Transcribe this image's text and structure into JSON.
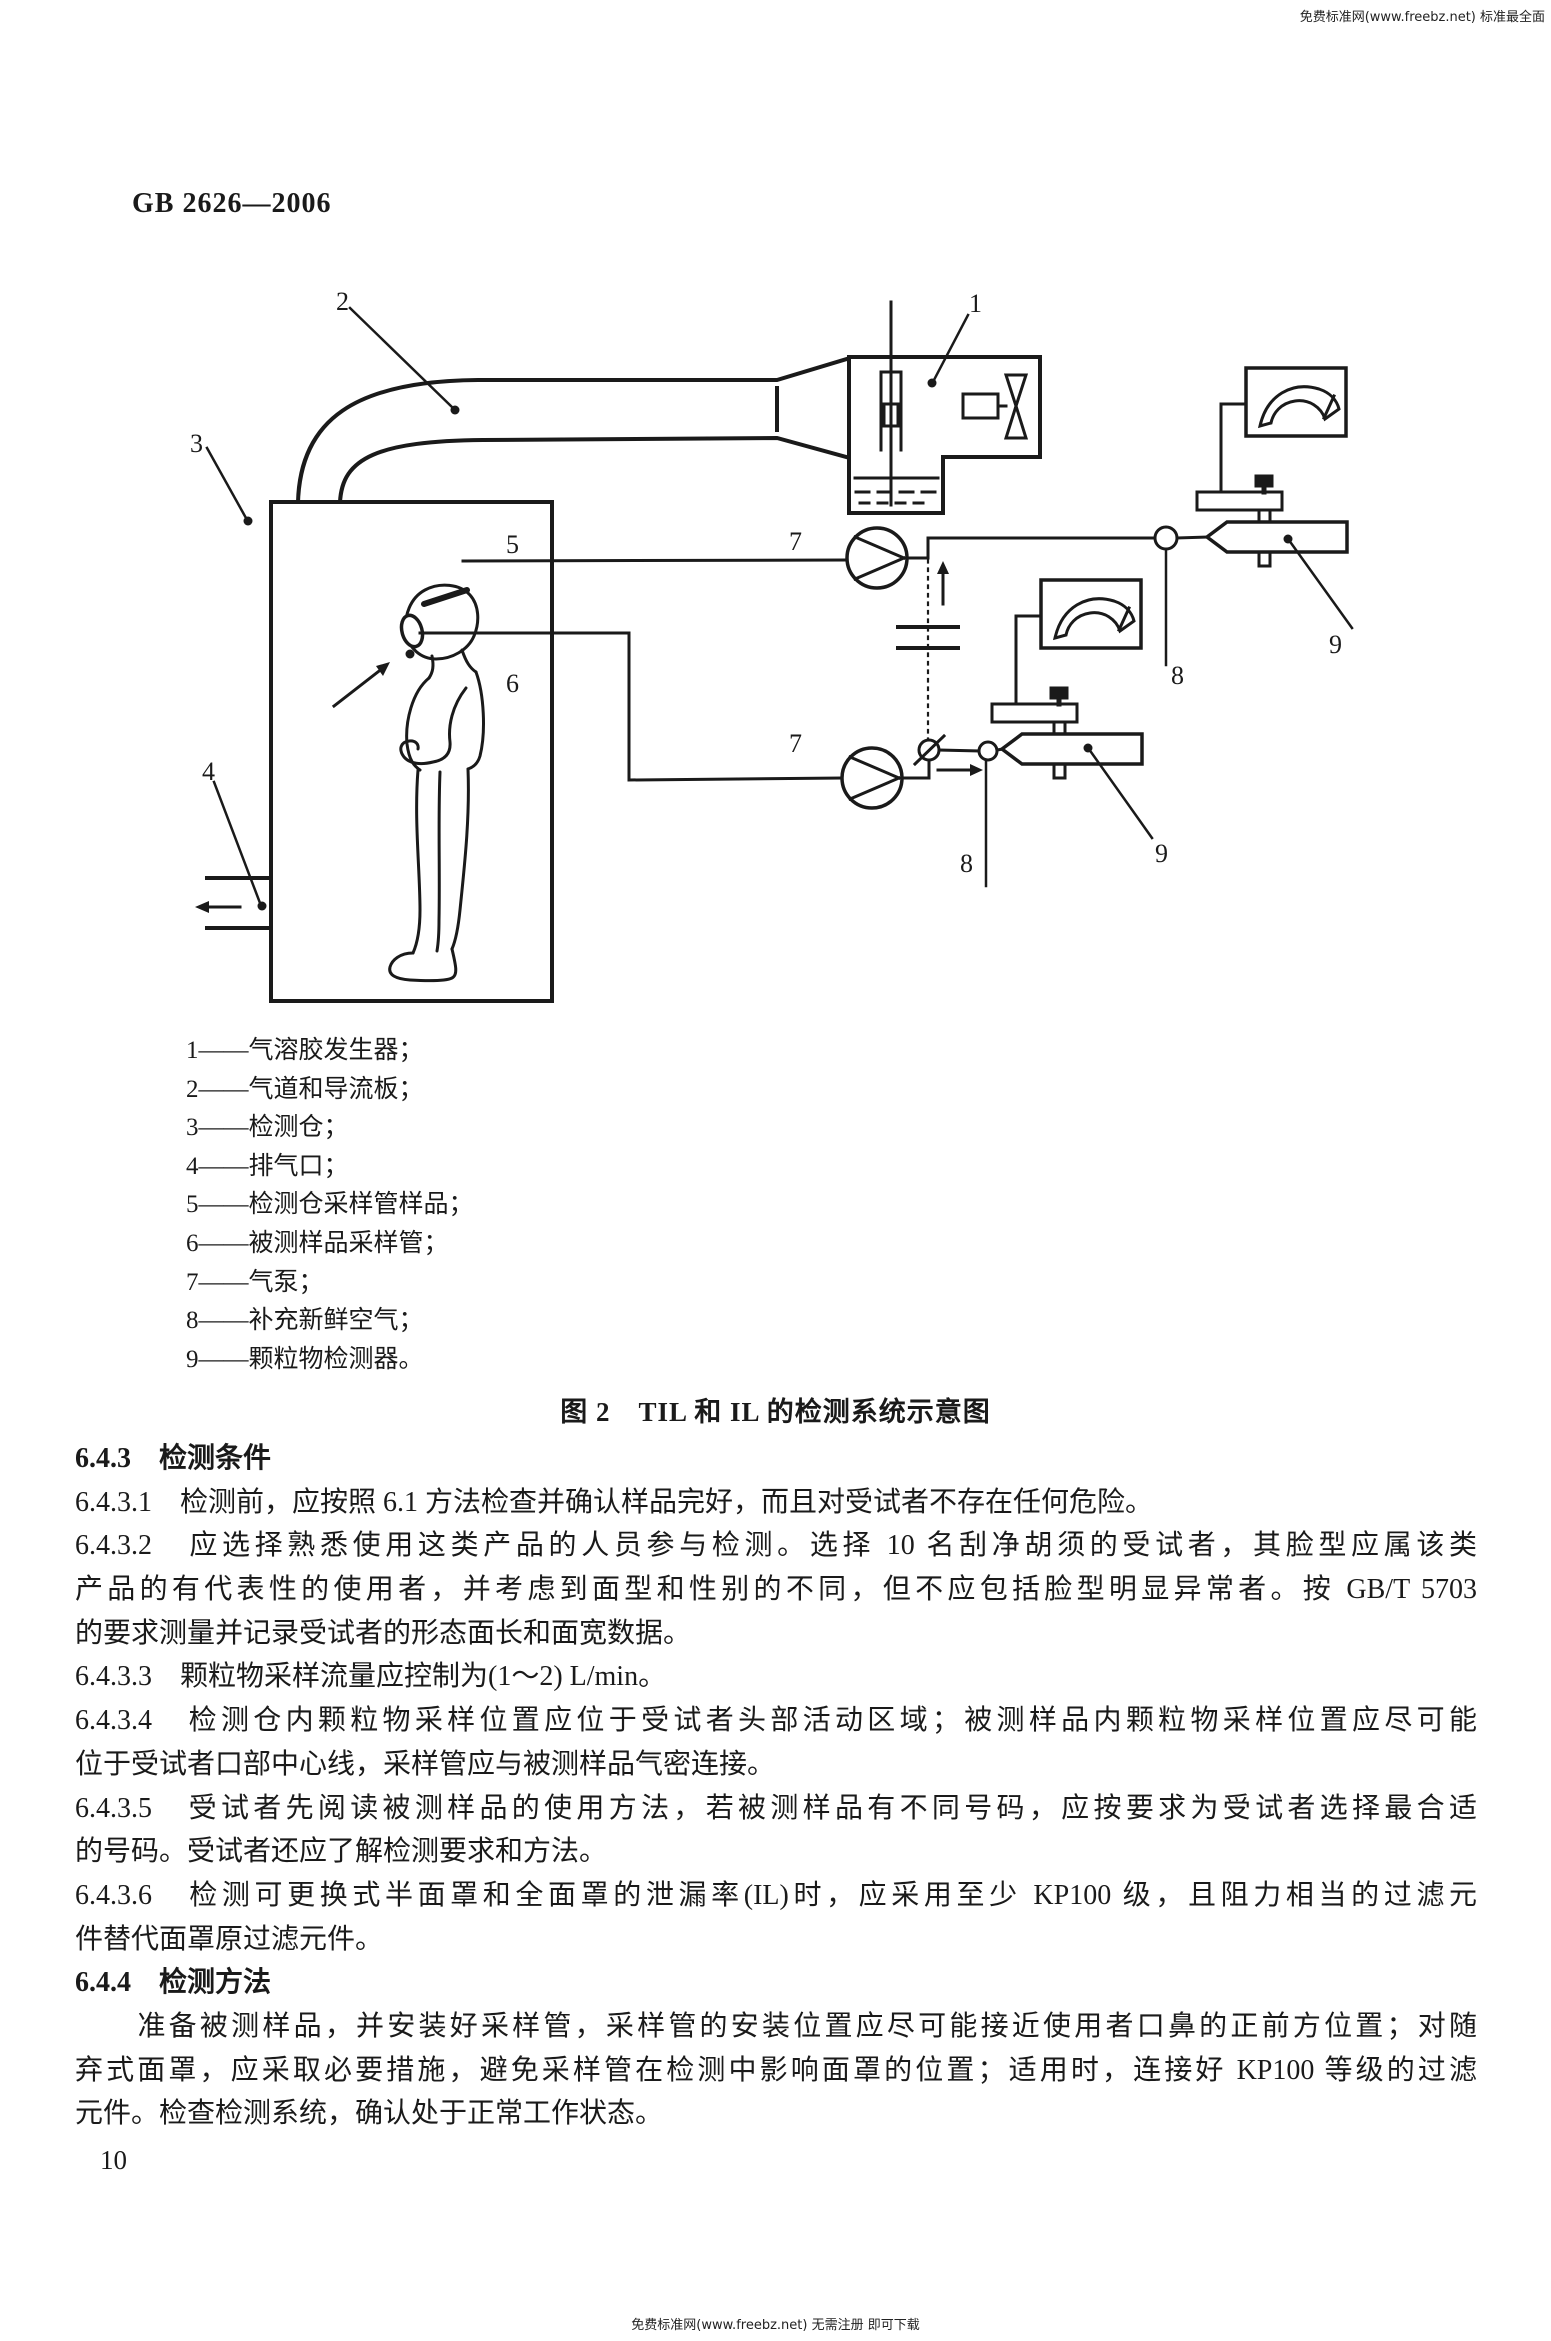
{
  "colors": {
    "paper": "#ffffff",
    "ink": "#1a1a1a"
  },
  "page": {
    "standard_number": "GB 2626—2006",
    "page_number": "10",
    "watermark_top": "免费标准网(www.freebz.net) 标准最全面",
    "watermark_bottom": "免费标准网(www.freebz.net) 无需注册 即可下载"
  },
  "figure": {
    "caption": "图 2　TIL 和 IL 的检测系统示意图",
    "callouts": [
      "1",
      "2",
      "3",
      "4",
      "5",
      "6",
      "7",
      "8",
      "9"
    ],
    "legend_dash": "——",
    "legend": [
      {
        "num": "1",
        "text": "气溶胶发生器；"
      },
      {
        "num": "2",
        "text": "气道和导流板；"
      },
      {
        "num": "3",
        "text": "检测仓；"
      },
      {
        "num": "4",
        "text": "排气口；"
      },
      {
        "num": "5",
        "text": "检测仓采样管样品；"
      },
      {
        "num": "6",
        "text": "被测样品采样管；"
      },
      {
        "num": "7",
        "text": "气泵；"
      },
      {
        "num": "8",
        "text": "补充新鲜空气；"
      },
      {
        "num": "9",
        "text": "颗粒物检测器。"
      }
    ]
  },
  "body": {
    "lines": [
      "6.4.3　检测条件",
      "6.4.3.1　检测前，应按照 6.1 方法检查并确认样品完好，而且对受试者不存在任何危险。",
      "6.4.3.2　应选择熟悉使用这类产品的人员参与检测。选择 10 名刮净胡须的受试者，其脸型应属该类",
      "产品的有代表性的使用者，并考虑到面型和性别的不同，但不应包括脸型明显异常者。按 GB/T 5703",
      "的要求测量并记录受试者的形态面长和面宽数据。",
      "6.4.3.3　颗粒物采样流量应控制为(1～2) L/min。",
      "6.4.3.4　检测仓内颗粒物采样位置应位于受试者头部活动区域；被测样品内颗粒物采样位置应尽可能",
      "位于受试者口部中心线，采样管应与被测样品气密连接。",
      "6.4.3.5　受试者先阅读被测样品的使用方法，若被测样品有不同号码，应按要求为受试者选择最合适",
      "的号码。受试者还应了解检测要求和方法。",
      "6.4.3.6　检测可更换式半面罩和全面罩的泄漏率(IL)时，应采用至少 KP100 级，且阻力相当的过滤元",
      "件替代面罩原过滤元件。",
      "6.4.4　检测方法",
      "　　准备被测样品，并安装好采样管，采样管的安装位置应尽可能接近使用者口鼻的正前方位置；对随",
      "弃式面罩，应采取必要措施，避免采样管在检测中影响面罩的位置；适用时，连接好 KP100 等级的过滤",
      "元件。检查检测系统，确认处于正常工作状态。"
    ]
  }
}
